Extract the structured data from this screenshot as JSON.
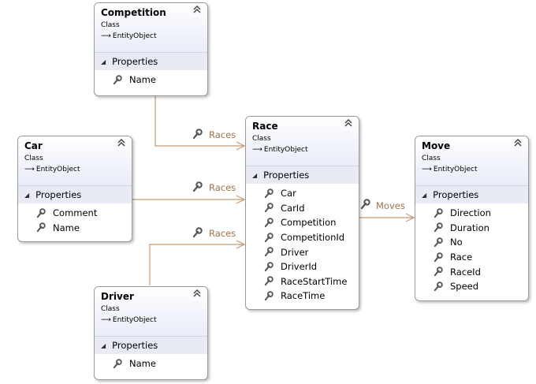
{
  "classes": {
    "competition": {
      "name": "Competition",
      "kind": "Class",
      "base": "EntityObject",
      "section": "Properties",
      "props": [
        "Name"
      ]
    },
    "car": {
      "name": "Car",
      "kind": "Class",
      "base": "EntityObject",
      "section": "Properties",
      "props": [
        "Comment",
        "Name"
      ]
    },
    "race": {
      "name": "Race",
      "kind": "Class",
      "base": "EntityObject",
      "section": "Properties",
      "props": [
        "Car",
        "CarId",
        "Competition",
        "CompetitionId",
        "Driver",
        "DriverId",
        "RaceStartTime",
        "RaceTime"
      ]
    },
    "move": {
      "name": "Move",
      "kind": "Class",
      "base": "EntityObject",
      "section": "Properties",
      "props": [
        "Direction",
        "Duration",
        "No",
        "Race",
        "RaceId",
        "Speed"
      ]
    },
    "driver": {
      "name": "Driver",
      "kind": "Class",
      "base": "EntityObject",
      "section": "Properties",
      "props": [
        "Name"
      ]
    }
  },
  "associations": {
    "competition_race": "Races",
    "car_race": "Races",
    "driver_race": "Races",
    "race_move": "Moves"
  },
  "colors": {
    "connector": "#c89a76",
    "header_bottom": "#e8ecf8",
    "section_bg": "#e8ebf3"
  }
}
